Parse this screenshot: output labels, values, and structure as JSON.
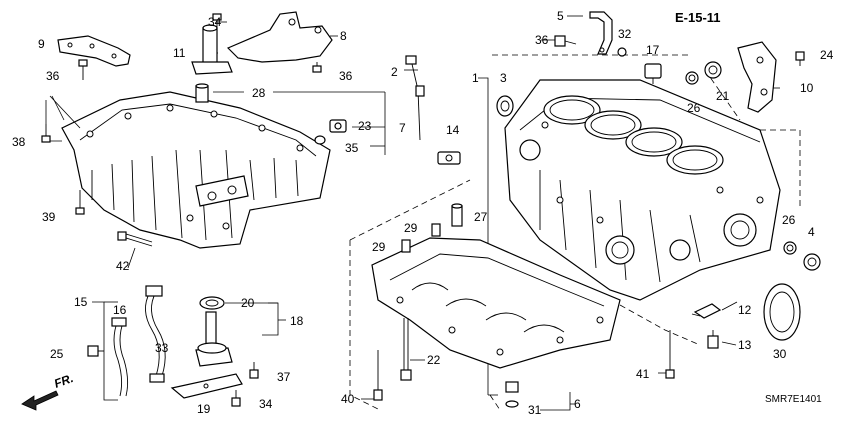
{
  "diagram": {
    "reference": "E-15-11",
    "code": "SMR7E1401",
    "direction": "FR."
  },
  "callouts": [
    {
      "id": "c1",
      "label": "1"
    },
    {
      "id": "c2",
      "label": "2"
    },
    {
      "id": "c3",
      "label": "3"
    },
    {
      "id": "c4",
      "label": "4"
    },
    {
      "id": "c5",
      "label": "5"
    },
    {
      "id": "c6",
      "label": "6"
    },
    {
      "id": "c7",
      "label": "7"
    },
    {
      "id": "c8",
      "label": "8"
    },
    {
      "id": "c9",
      "label": "9"
    },
    {
      "id": "c10",
      "label": "10"
    },
    {
      "id": "c11",
      "label": "11"
    },
    {
      "id": "c12",
      "label": "12"
    },
    {
      "id": "c13",
      "label": "13"
    },
    {
      "id": "c14",
      "label": "14"
    },
    {
      "id": "c15",
      "label": "15"
    },
    {
      "id": "c16",
      "label": "16"
    },
    {
      "id": "c17",
      "label": "17"
    },
    {
      "id": "c18",
      "label": "18"
    },
    {
      "id": "c19",
      "label": "19"
    },
    {
      "id": "c20",
      "label": "20"
    },
    {
      "id": "c21",
      "label": "21"
    },
    {
      "id": "c22",
      "label": "22"
    },
    {
      "id": "c23",
      "label": "23"
    },
    {
      "id": "c24",
      "label": "24"
    },
    {
      "id": "c25",
      "label": "25"
    },
    {
      "id": "c26a",
      "label": "26"
    },
    {
      "id": "c26b",
      "label": "26"
    },
    {
      "id": "c27",
      "label": "27"
    },
    {
      "id": "c28",
      "label": "28"
    },
    {
      "id": "c29a",
      "label": "29"
    },
    {
      "id": "c29b",
      "label": "29"
    },
    {
      "id": "c30",
      "label": "30"
    },
    {
      "id": "c31",
      "label": "31"
    },
    {
      "id": "c32",
      "label": "32"
    },
    {
      "id": "c33",
      "label": "33"
    },
    {
      "id": "c34a",
      "label": "34"
    },
    {
      "id": "c34b",
      "label": "34"
    },
    {
      "id": "c35",
      "label": "35"
    },
    {
      "id": "c36a",
      "label": "36"
    },
    {
      "id": "c36b",
      "label": "36"
    },
    {
      "id": "c36c",
      "label": "36"
    },
    {
      "id": "c37",
      "label": "37"
    },
    {
      "id": "c38",
      "label": "38"
    },
    {
      "id": "c39",
      "label": "39"
    },
    {
      "id": "c40",
      "label": "40"
    },
    {
      "id": "c41",
      "label": "41"
    },
    {
      "id": "c42",
      "label": "42"
    }
  ]
}
